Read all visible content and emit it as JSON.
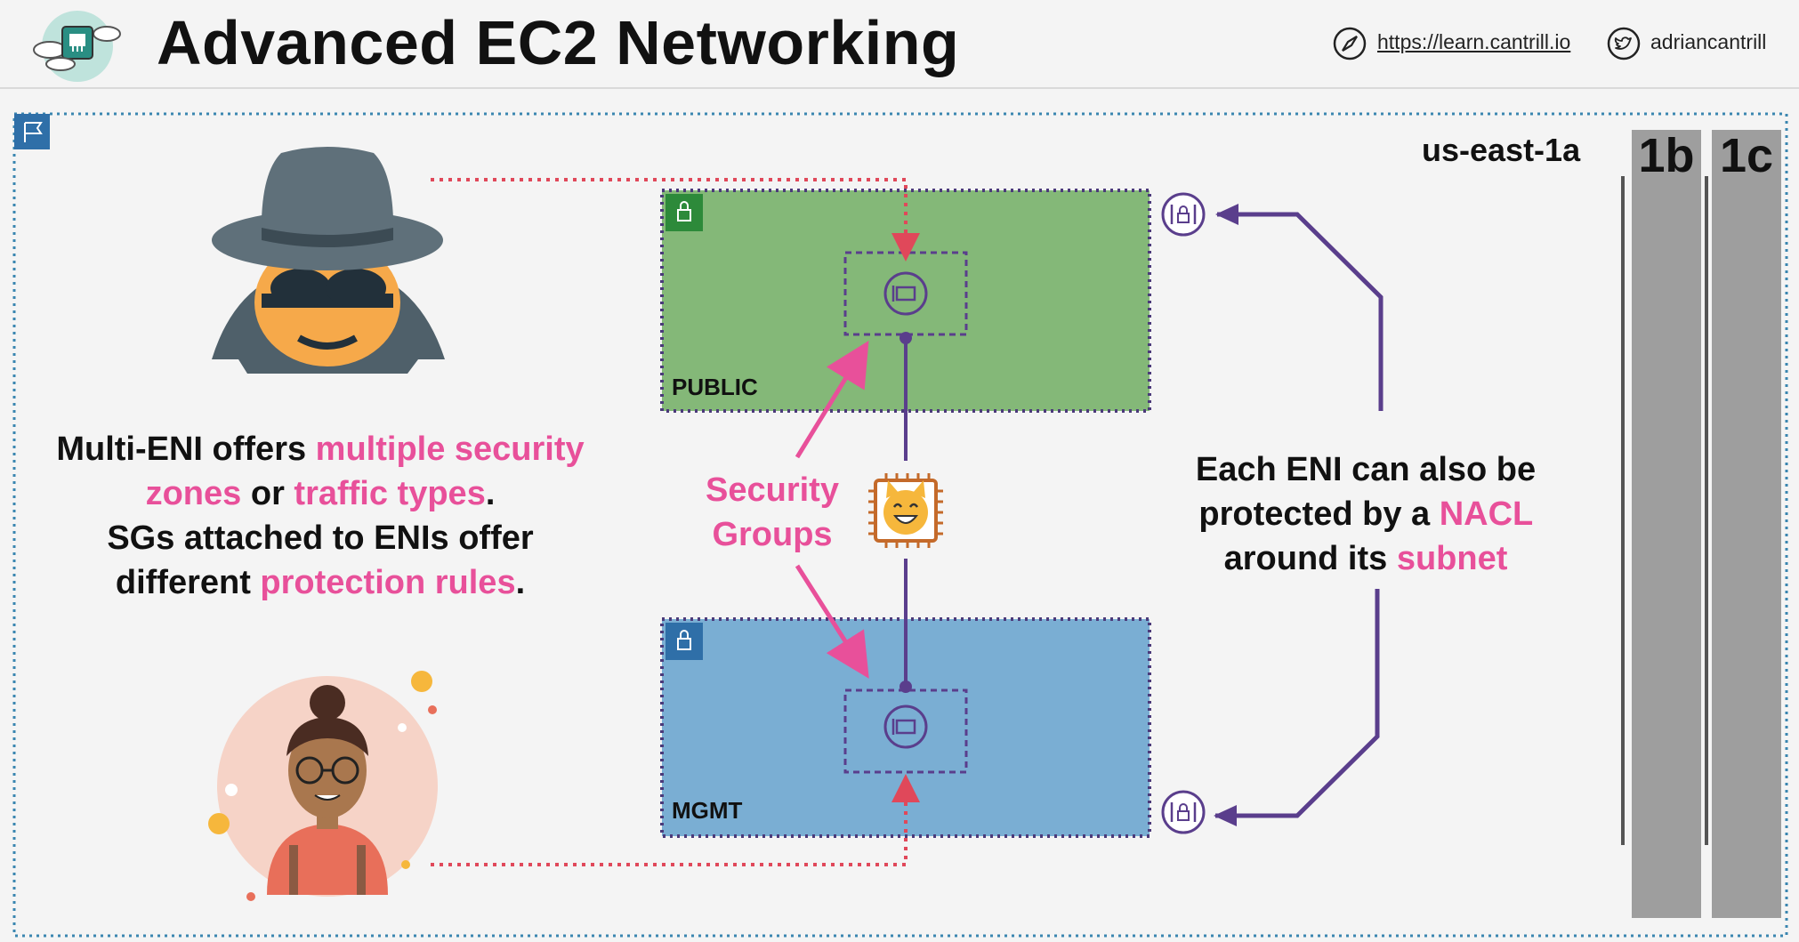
{
  "header": {
    "title": "Advanced EC2 Networking",
    "site_url": "https://learn.cantrill.io",
    "twitter_handle": "adriancantrill",
    "logo_icon": "cloud-network-logo-icon",
    "site_icon": "compass-icon",
    "twitter_icon": "twitter-bird-icon"
  },
  "diagram": {
    "region_label": "us-east-1a",
    "az_labels": [
      "1b",
      "1c"
    ],
    "subnets": {
      "public": "PUBLIC",
      "mgmt": "MGMT"
    },
    "left_text": {
      "p1": "Multi-ENI offers ",
      "p2": "multiple security zones",
      "p3": " or ",
      "p4": "traffic types",
      "p5": ".",
      "p6": "SGs attached to ENIs offer different ",
      "p7": "protection rules",
      "p8": "."
    },
    "sg_label": {
      "line1": "Security",
      "line2": "Groups"
    },
    "right_text": {
      "p1": "Each ENI can also be protected by a ",
      "p2": "NACL",
      "p3": " around its ",
      "p4": "subnet"
    }
  },
  "colors": {
    "accent_pink": "#e8509a",
    "public_subnet": "#84b878",
    "mgmt_subnet": "#7aaed3",
    "purple": "#5a3e8c",
    "red_dotted": "#e0485a",
    "vpc_border": "#3a86b0",
    "az_gray": "#9e9e9e"
  }
}
